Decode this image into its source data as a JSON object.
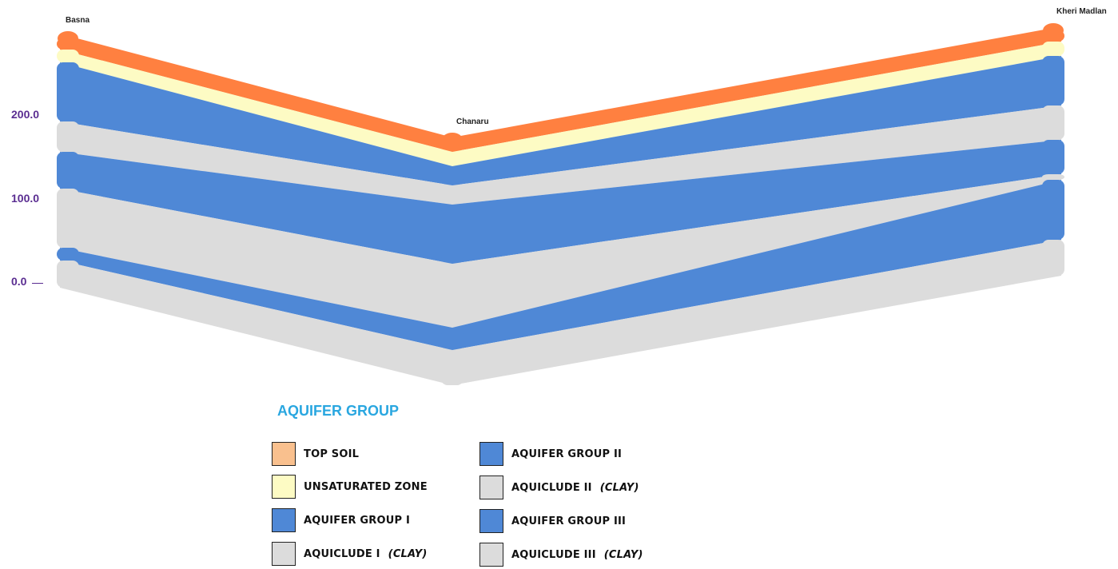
{
  "sites": [
    {
      "name": "Basna"
    },
    {
      "name": "Chanaru"
    },
    {
      "name": "Kheri Madlan"
    }
  ],
  "axis": {
    "ticks": [
      "200.0",
      "100.0",
      "0.0"
    ]
  },
  "colors": {
    "top_soil": "#ff8040",
    "unsaturated_zone": "#fdfbc4",
    "aquifer": "#4f88d6",
    "aquiclude": "#dcdcdc"
  },
  "legend": {
    "title": "AQUIFER GROUP",
    "items": [
      {
        "label": "TOP SOIL",
        "note": "",
        "color": "#f9c08e"
      },
      {
        "label": "UNSATURATED ZONE",
        "note": "",
        "color": "#fdfbc4"
      },
      {
        "label": "AQUIFER GROUP I",
        "note": "",
        "color": "#4f88d6"
      },
      {
        "label": "AQUICLUDE I",
        "note": "(CLAY)",
        "color": "#dcdcdc"
      },
      {
        "label": "AQUIFER GROUP II",
        "note": "",
        "color": "#4f88d6"
      },
      {
        "label": "AQUICLUDE II",
        "note": "(CLAY)",
        "color": "#dcdcdc"
      },
      {
        "label": "AQUIFER GROUP III",
        "note": "",
        "color": "#4f88d6"
      },
      {
        "label": "AQUICLUDE III",
        "note": "(CLAY)",
        "color": "#dcdcdc"
      }
    ]
  }
}
